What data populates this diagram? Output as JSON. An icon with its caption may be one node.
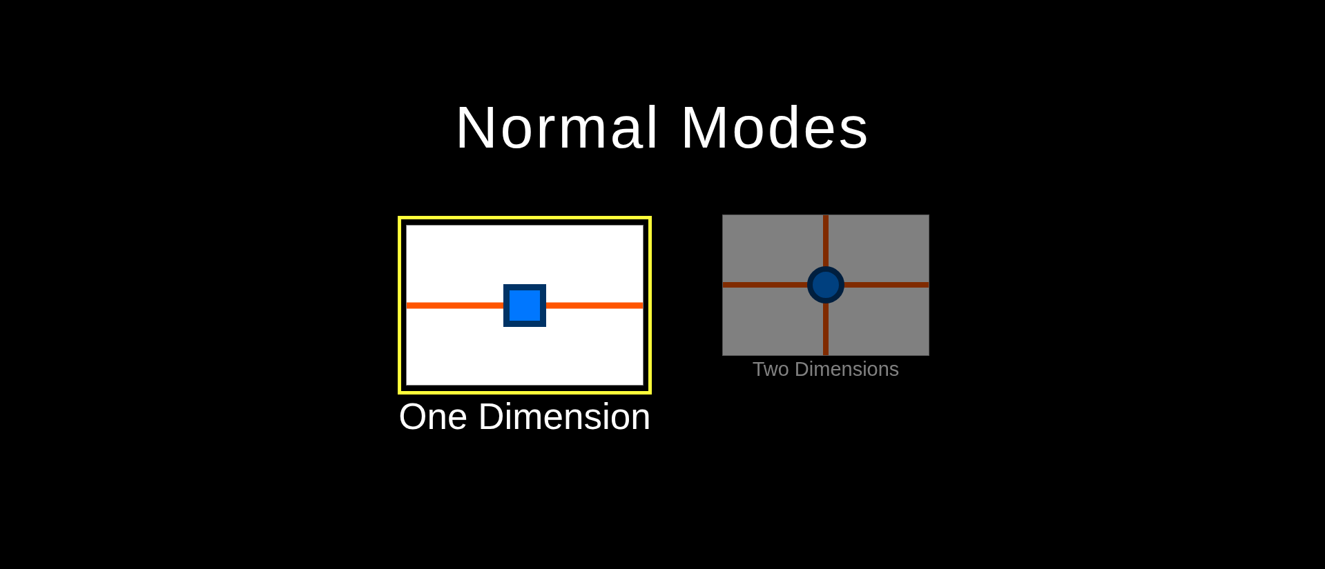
{
  "diagram": {
    "title": "Normal Modes",
    "labels": [
      "One Dimension",
      "Two Dimensions"
    ]
  }
}
